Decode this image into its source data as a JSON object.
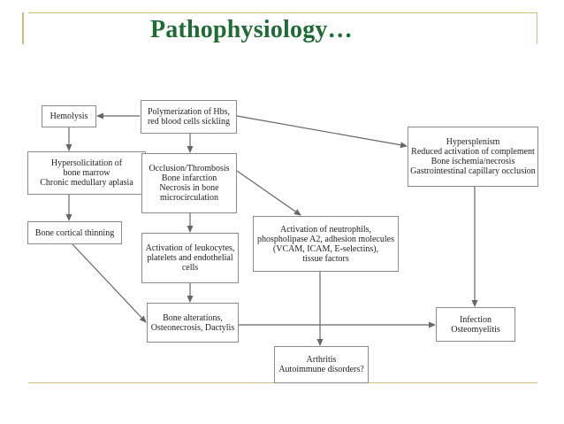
{
  "title": "Pathophysiology…",
  "nodes": {
    "hemolysis": [
      "Hemolysis"
    ],
    "polymerization": [
      "Polymerization of Hbs,",
      "red blood cells sickling"
    ],
    "hypersolicitation": [
      "Hypersolicitation of",
      "bone marrow",
      "Chronic medullary aplasia"
    ],
    "occlusion": [
      "Occlusion/Thrombosis",
      "Bone infarction",
      "Necrosis in bone",
      "microcirculation"
    ],
    "hypersplenism": [
      "Hypersplenism",
      "Reduced activation of complement",
      "Bone ischemia/necrosis",
      "Gastrointestinal capillary occlusion"
    ],
    "neutrophils": [
      "Activation of neutrophils,",
      "phospholipase A2, adhesion molecules",
      "(VCAM, ICAM, E-selectins),",
      "tissue factors"
    ],
    "cortical": [
      "Bone cortical thinning"
    ],
    "leukocytes": [
      "Activation of leukocytes,",
      "platelets and endothelial",
      "cells"
    ],
    "alterations": [
      "Bone alterations,",
      "Osteonecrosis, Dactylis"
    ],
    "infection": [
      "Infection",
      "Osteomyelitis"
    ],
    "arthritis": [
      "Arthritis",
      "Autoimmune disorders?"
    ]
  },
  "colors": {
    "title": "#1f6b34",
    "accent_line": "#d4bd7a",
    "arrow": "#666666"
  }
}
